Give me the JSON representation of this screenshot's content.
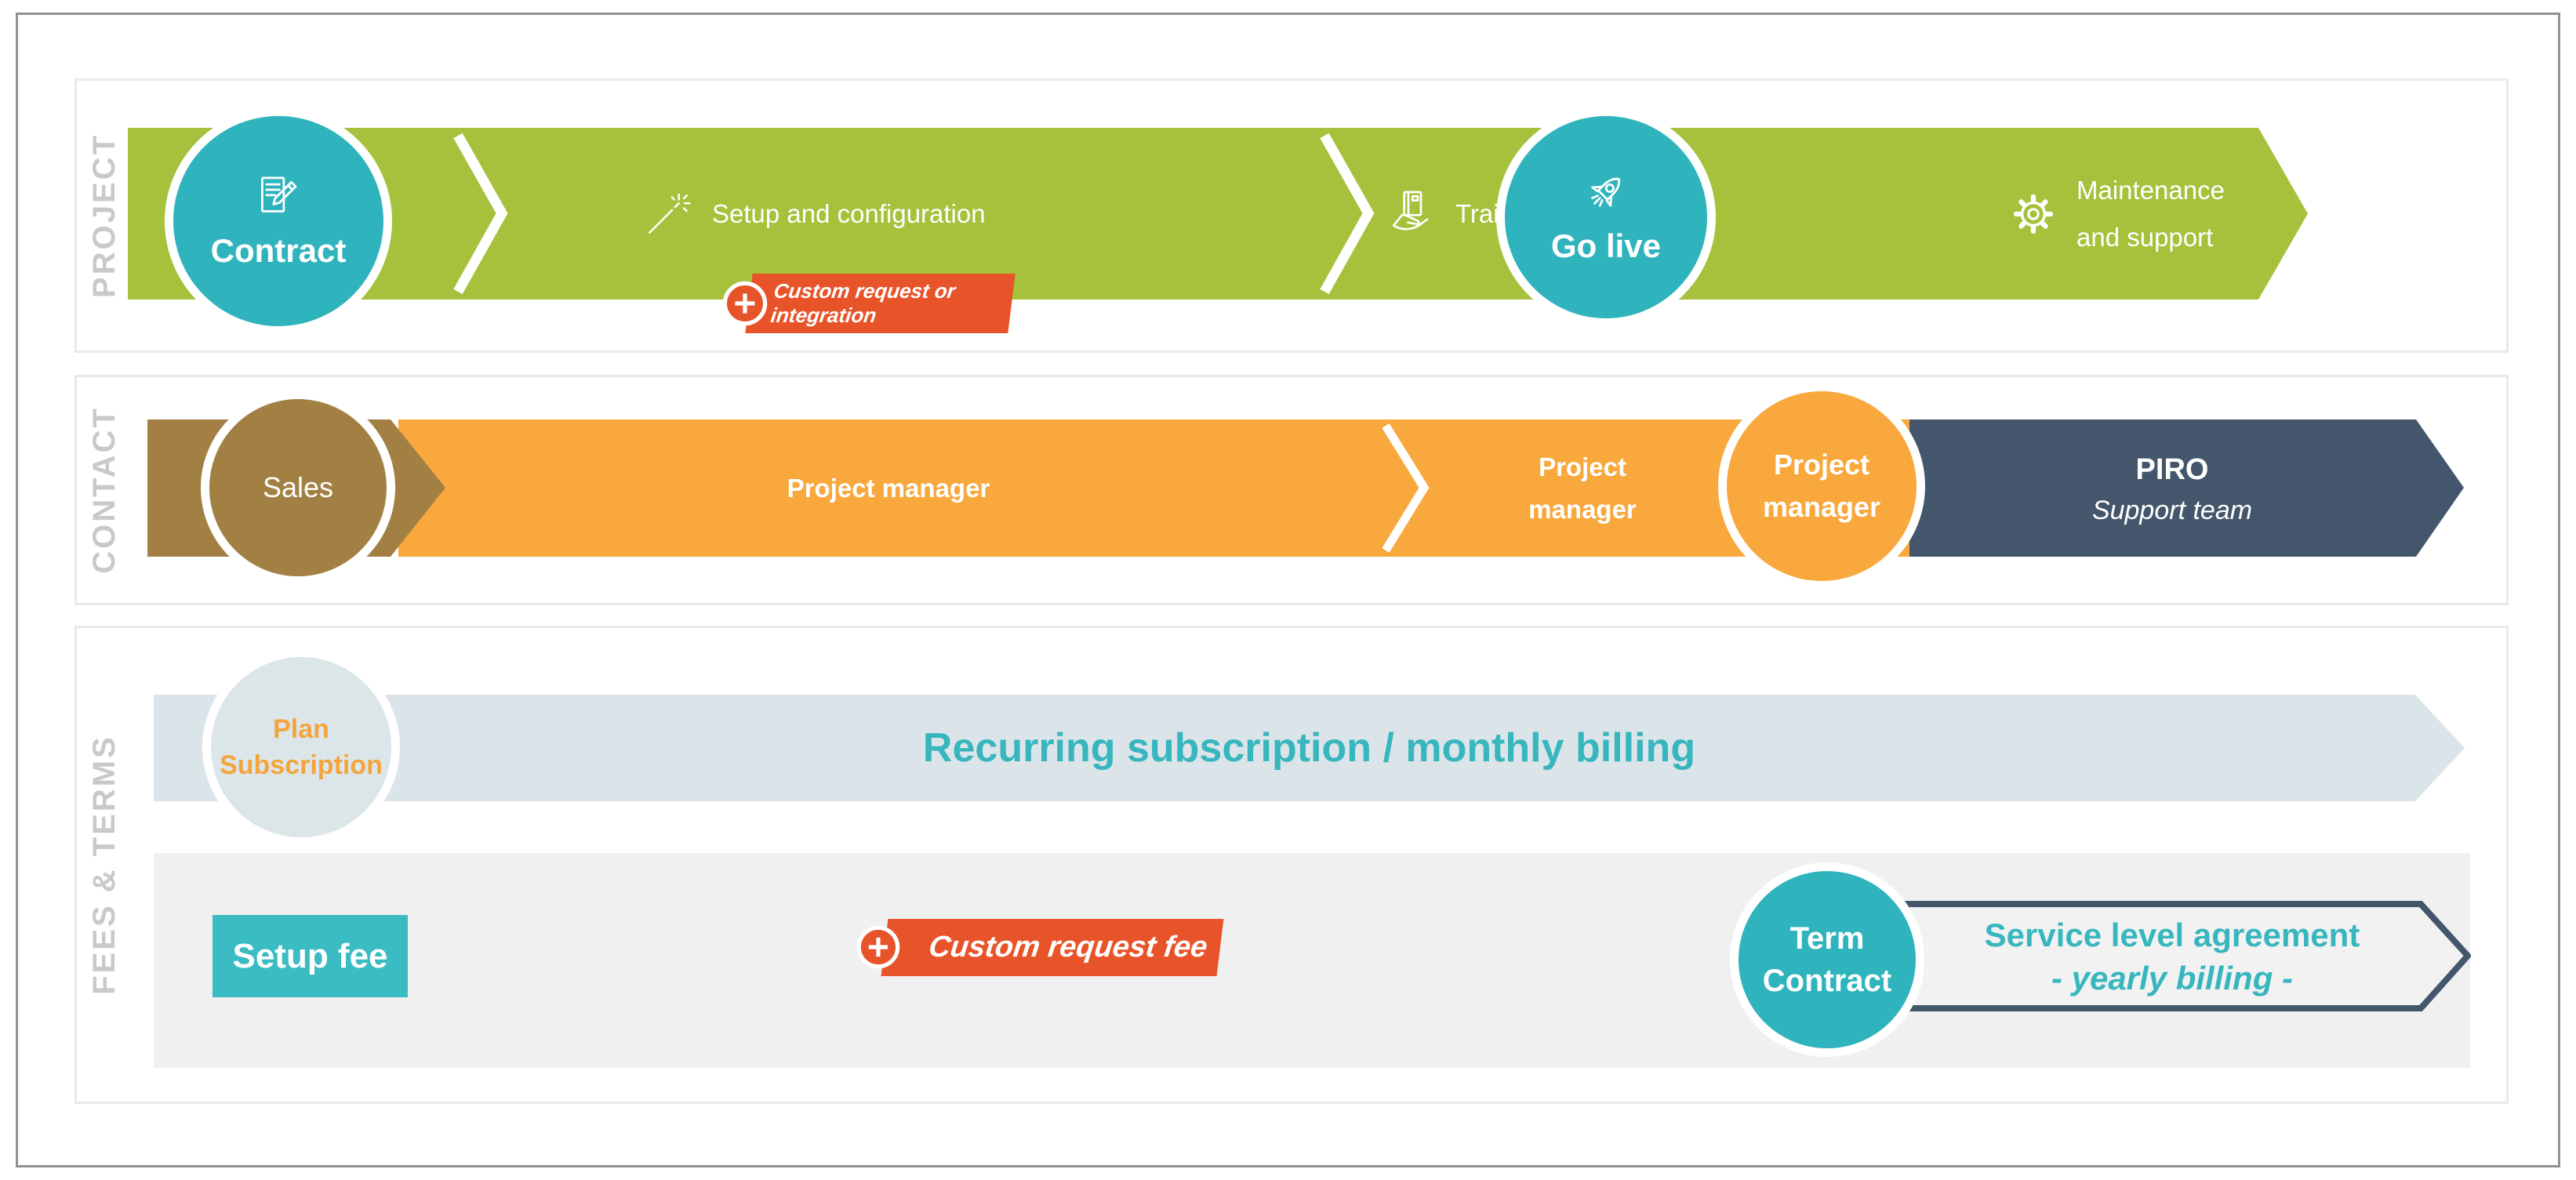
{
  "colors": {
    "green": "#a6c13c",
    "teal": "#2fb4bd",
    "teal_box": "#3abcc2",
    "orange_red": "#e8542a",
    "amber": "#f8a83c",
    "brown": "#a28044",
    "slate": "#44566b",
    "pale_blue": "#dbe5e9",
    "pale_gray_box": "#f0f0f1",
    "teal_text": "#38b6be",
    "plan_orange_text": "#f4a43c",
    "side_label_gray": "#c7c9cb"
  },
  "project": {
    "side_label": "PROJECT",
    "contract_label": "Contract",
    "setup_label": "Setup and configuration",
    "custom_badge_label": "Custom request or integration",
    "training_label": "Training",
    "go_live_label": "Go live",
    "maintenance_line1": "Maintenance",
    "maintenance_line2": "and support"
  },
  "contact": {
    "side_label": "CONTACT",
    "sales_label": "Sales",
    "pm_segment1": "Project manager",
    "pm_segment2_line1": "Project",
    "pm_segment2_line2": "manager",
    "pm_circle_line1": "Project",
    "pm_circle_line2": "manager",
    "piro_line1": "PIRO",
    "piro_line2": "Support team"
  },
  "fees": {
    "side_label": "FEES & TERMS",
    "plan_line1": "Plan",
    "plan_line2": "Subscription",
    "recurring_label": "Recurring subscription / monthly billing",
    "setup_fee_label": "Setup fee",
    "custom_fee_label": "Custom request fee",
    "term_line1": "Term",
    "term_line2": "Contract",
    "sla_line1": "Service level agreement",
    "sla_line2": "- yearly billing -"
  }
}
